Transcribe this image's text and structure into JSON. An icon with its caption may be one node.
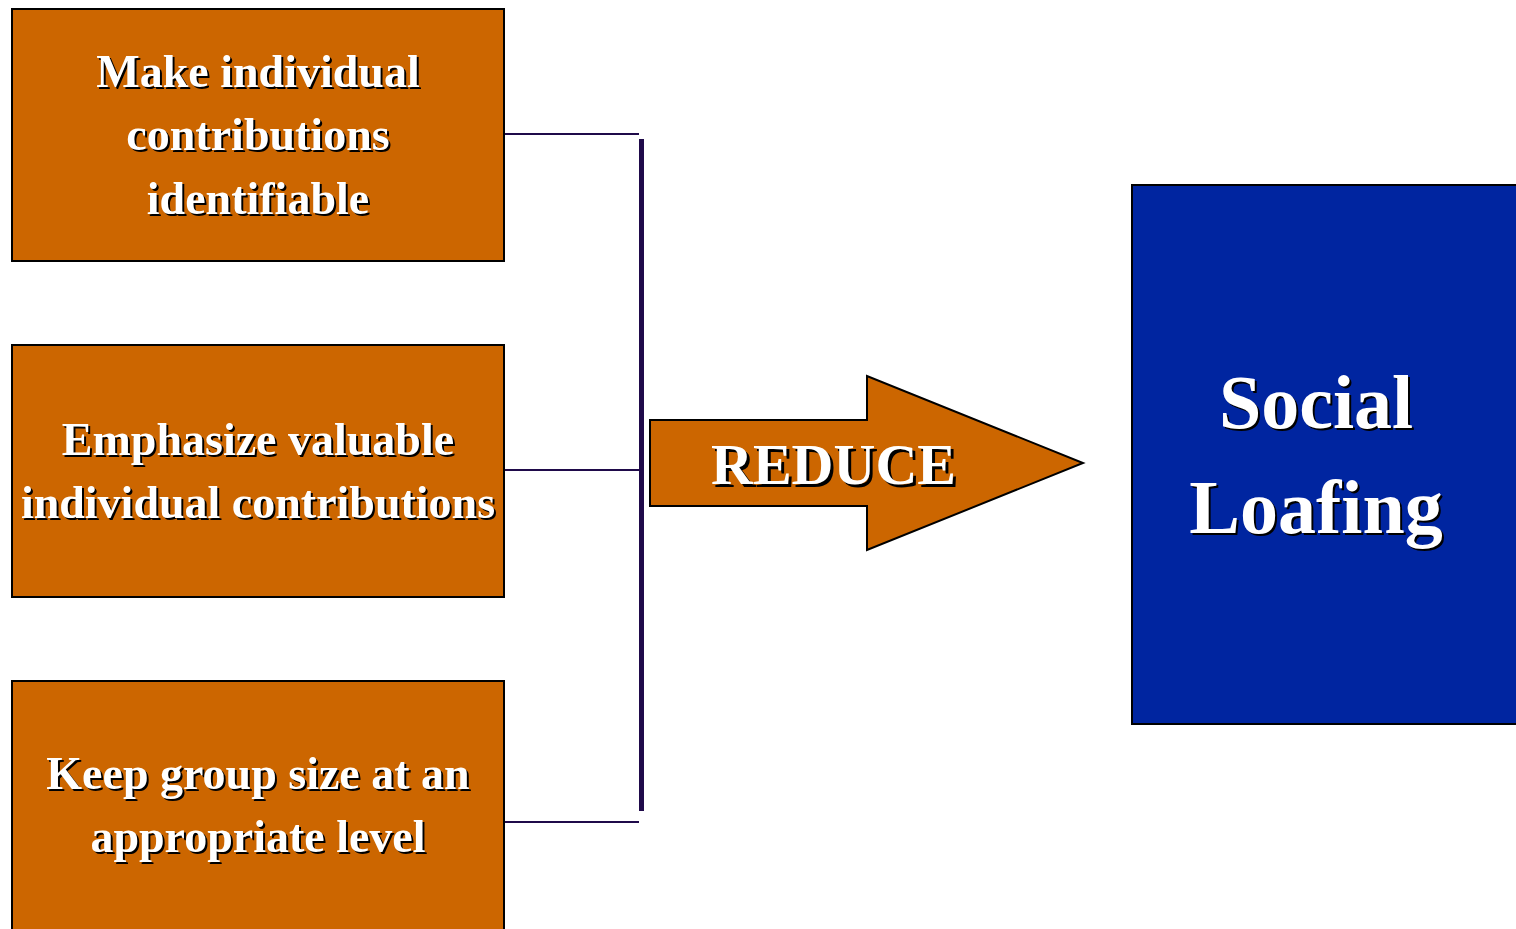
{
  "diagram": {
    "nodes": [
      {
        "text": [
          "Make individual contributions identifiable"
        ]
      },
      {
        "text": [
          "Emphasize valuable individual contributions"
        ]
      },
      {
        "text": [
          "Keep group size at an appropriate level"
        ]
      },
      {
        "text": [],
        "shape": "bar"
      },
      {
        "text": [
          "Social Loafing"
        ]
      }
    ],
    "edges": [
      {
        "from": 0,
        "to": 3,
        "arrow": "none"
      },
      {
        "from": 1,
        "to": 3,
        "arrow": "none"
      },
      {
        "from": 2,
        "to": 3,
        "arrow": "none"
      },
      {
        "from": 3,
        "to": 4,
        "arrow": "to",
        "label": "REDUCE",
        "style": "thick",
        "color": "#cc6600"
      }
    ]
  }
}
